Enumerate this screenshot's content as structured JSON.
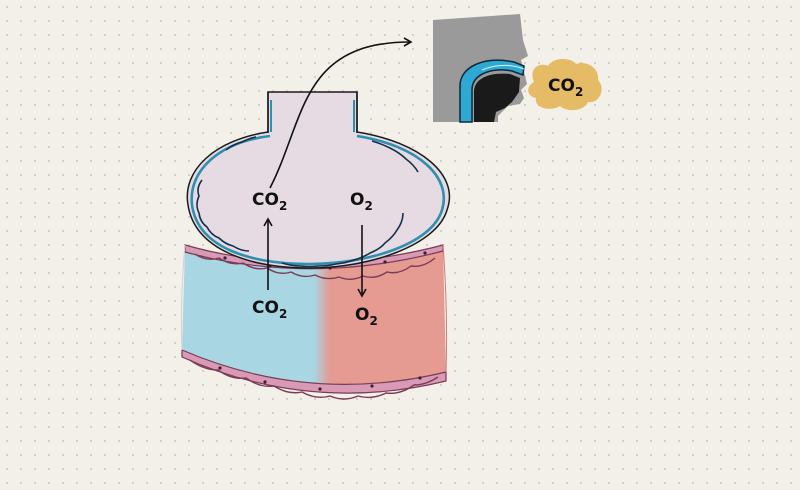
{
  "labels": {
    "alveolus_co2": {
      "main": "CO",
      "sub": "2"
    },
    "alveolus_o2": {
      "main": "O",
      "sub": "2"
    },
    "capillary_co2": {
      "main": "CO",
      "sub": "2"
    },
    "capillary_o2": {
      "main": "O",
      "sub": "2"
    },
    "exhaled_co2": {
      "main": "CO",
      "sub": "2"
    }
  },
  "colors": {
    "alveolus_fill": "#e6dbe3",
    "alveolus_border": "#2f8fb0",
    "deoxygenated_blood": "#a8d6e3",
    "oxygenated_blood": "#e59a92",
    "vessel_wall": "#d89ab4",
    "head_silhouette": "#9a9a9a",
    "airway": "#2fa9d4",
    "exhaled_cloud": "#e5b65a"
  }
}
